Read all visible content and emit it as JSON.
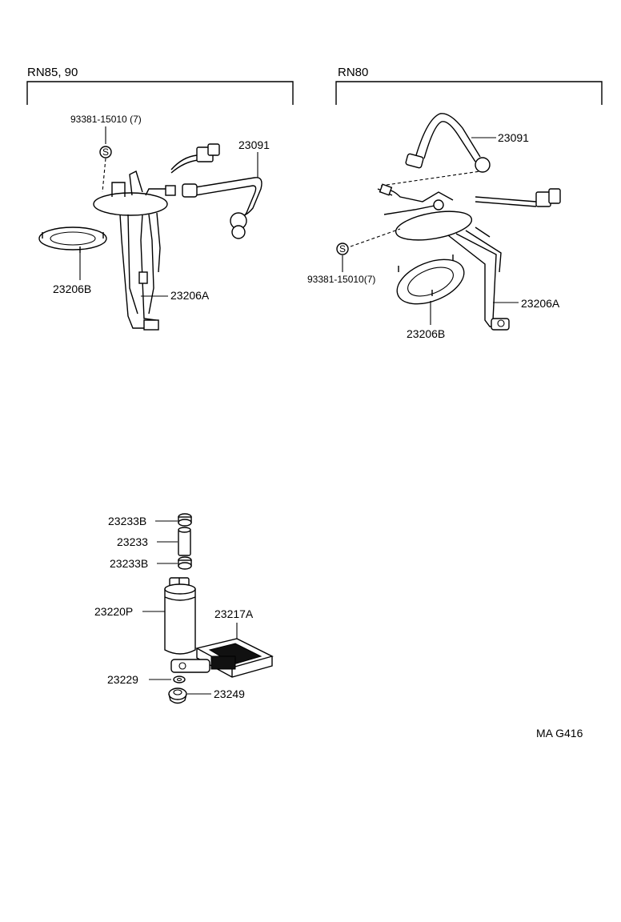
{
  "groups": {
    "left_header": "RN85, 90",
    "right_header": "RN80"
  },
  "left": {
    "screw_label": "93381-15010 (7)",
    "screw_symbol": "S",
    "hose": "23091",
    "gasket": "23206B",
    "bracket": "23206A"
  },
  "right": {
    "screw_label": "93381-15010(7)",
    "screw_symbol": "S",
    "hose": "23091",
    "gasket": "23206B",
    "bracket": "23206A"
  },
  "pump": {
    "cushion_upper": "23233B",
    "damper": "23233",
    "cushion_lower": "23233B",
    "pump": "23220P",
    "filter": "23217A",
    "clip": "23229",
    "cushion_rubber": "23249"
  },
  "figure_code": "MA G416"
}
